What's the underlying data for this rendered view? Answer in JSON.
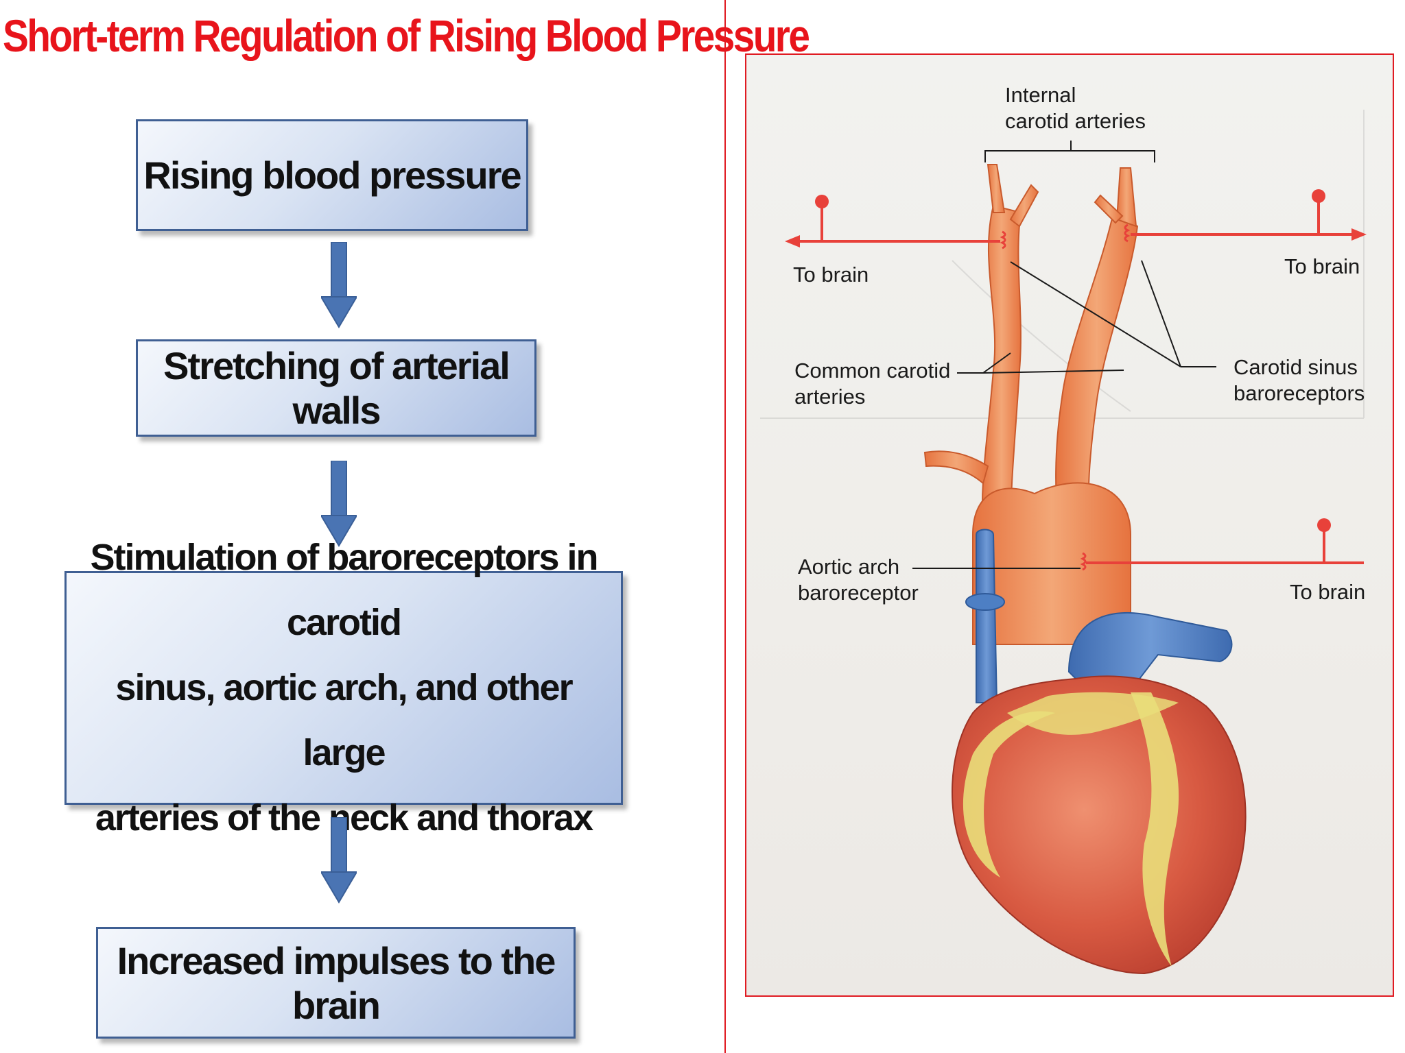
{
  "title": "Short-term Regulation of Rising Blood Pressure",
  "flowchart": {
    "steps": [
      {
        "lines": [
          "Rising blood pressure"
        ]
      },
      {
        "lines": [
          "Stretching of arterial walls"
        ]
      },
      {
        "lines": [
          "Stimulation of baroreceptors in carotid",
          "sinus, aortic arch, and other large",
          "arteries of the neck and thorax"
        ]
      },
      {
        "lines": [
          "Increased impulses to the brain"
        ]
      }
    ],
    "arrow_color": "#4a74b3",
    "box_border_color": "#3f5f93"
  },
  "figure": {
    "labels": {
      "internal_carotid": [
        "Internal",
        "carotid arteries"
      ],
      "to_brain_left": "To brain",
      "to_brain_right": "To brain",
      "common_carotid": [
        "Common carotid",
        "arteries"
      ],
      "carotid_sinus": [
        "Carotid sinus",
        "baroreceptors"
      ],
      "aortic_arch": [
        "Aortic arch",
        "baroreceptor"
      ],
      "to_brain_bottom": "To brain"
    },
    "colors": {
      "nerve": "#e8413a",
      "artery": "#e8834f",
      "vein": "#4d7fc4",
      "heart": "#d9553f",
      "fat": "#e9de7a"
    }
  },
  "accent_color": "#e8141b"
}
